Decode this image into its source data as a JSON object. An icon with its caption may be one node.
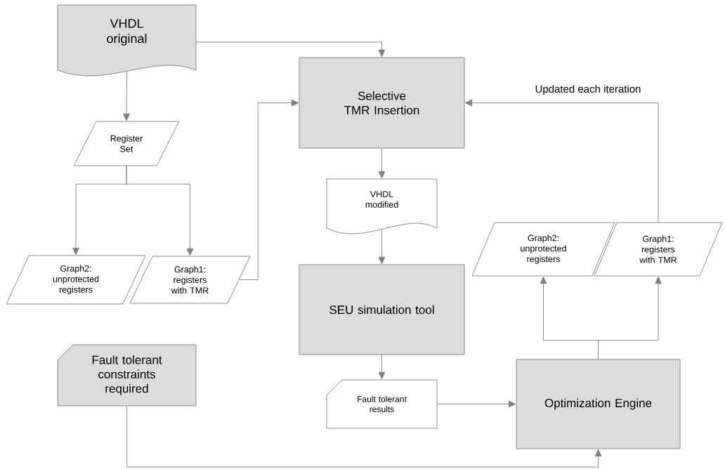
{
  "diagram": {
    "nodes": [
      {
        "text": [
          "VHDL original"
        ]
      },
      {
        "text": [
          "Register Set"
        ]
      },
      {
        "text": [
          "Graph2: unprotected registers"
        ]
      },
      {
        "text": [
          "Graph1: registers with TMR"
        ]
      },
      {
        "text": [
          "Selective TMR Insertion"
        ]
      },
      {
        "text": [
          "VHDL modified"
        ]
      },
      {
        "text": [
          "SEU simulation tool"
        ]
      },
      {
        "text": [
          "Graph2: unprotected registers"
        ]
      },
      {
        "text": [
          "Graph1: registers with TMR"
        ]
      },
      {
        "text": [
          "Fault tolerant constraints required"
        ]
      },
      {
        "text": [
          "Fault tolerant results"
        ]
      },
      {
        "text": [
          "Optimization Engine"
        ]
      }
    ],
    "edges": [
      {
        "from": 0,
        "to": 4,
        "arrow": "to"
      },
      {
        "from": 0,
        "to": 1,
        "arrow": "to"
      },
      {
        "from": 1,
        "to": 2,
        "arrow": "to"
      },
      {
        "from": 1,
        "to": 3,
        "arrow": "to"
      },
      {
        "from": 3,
        "to": 4,
        "arrow": "to"
      },
      {
        "from": 4,
        "to": 5,
        "arrow": "to"
      },
      {
        "from": 5,
        "to": 6,
        "arrow": "to"
      },
      {
        "from": 6,
        "to": 10,
        "arrow": "to"
      },
      {
        "from": 10,
        "to": 11,
        "arrow": "to"
      },
      {
        "from": 11,
        "to": 7,
        "arrow": "to"
      },
      {
        "from": 11,
        "to": 8,
        "arrow": "to"
      },
      {
        "from": 8,
        "to": 4,
        "arrow": "to"
      },
      {
        "from": 9,
        "to": 11,
        "arrow": "to"
      }
    ],
    "labels": [
      "Updated each iteration"
    ]
  }
}
